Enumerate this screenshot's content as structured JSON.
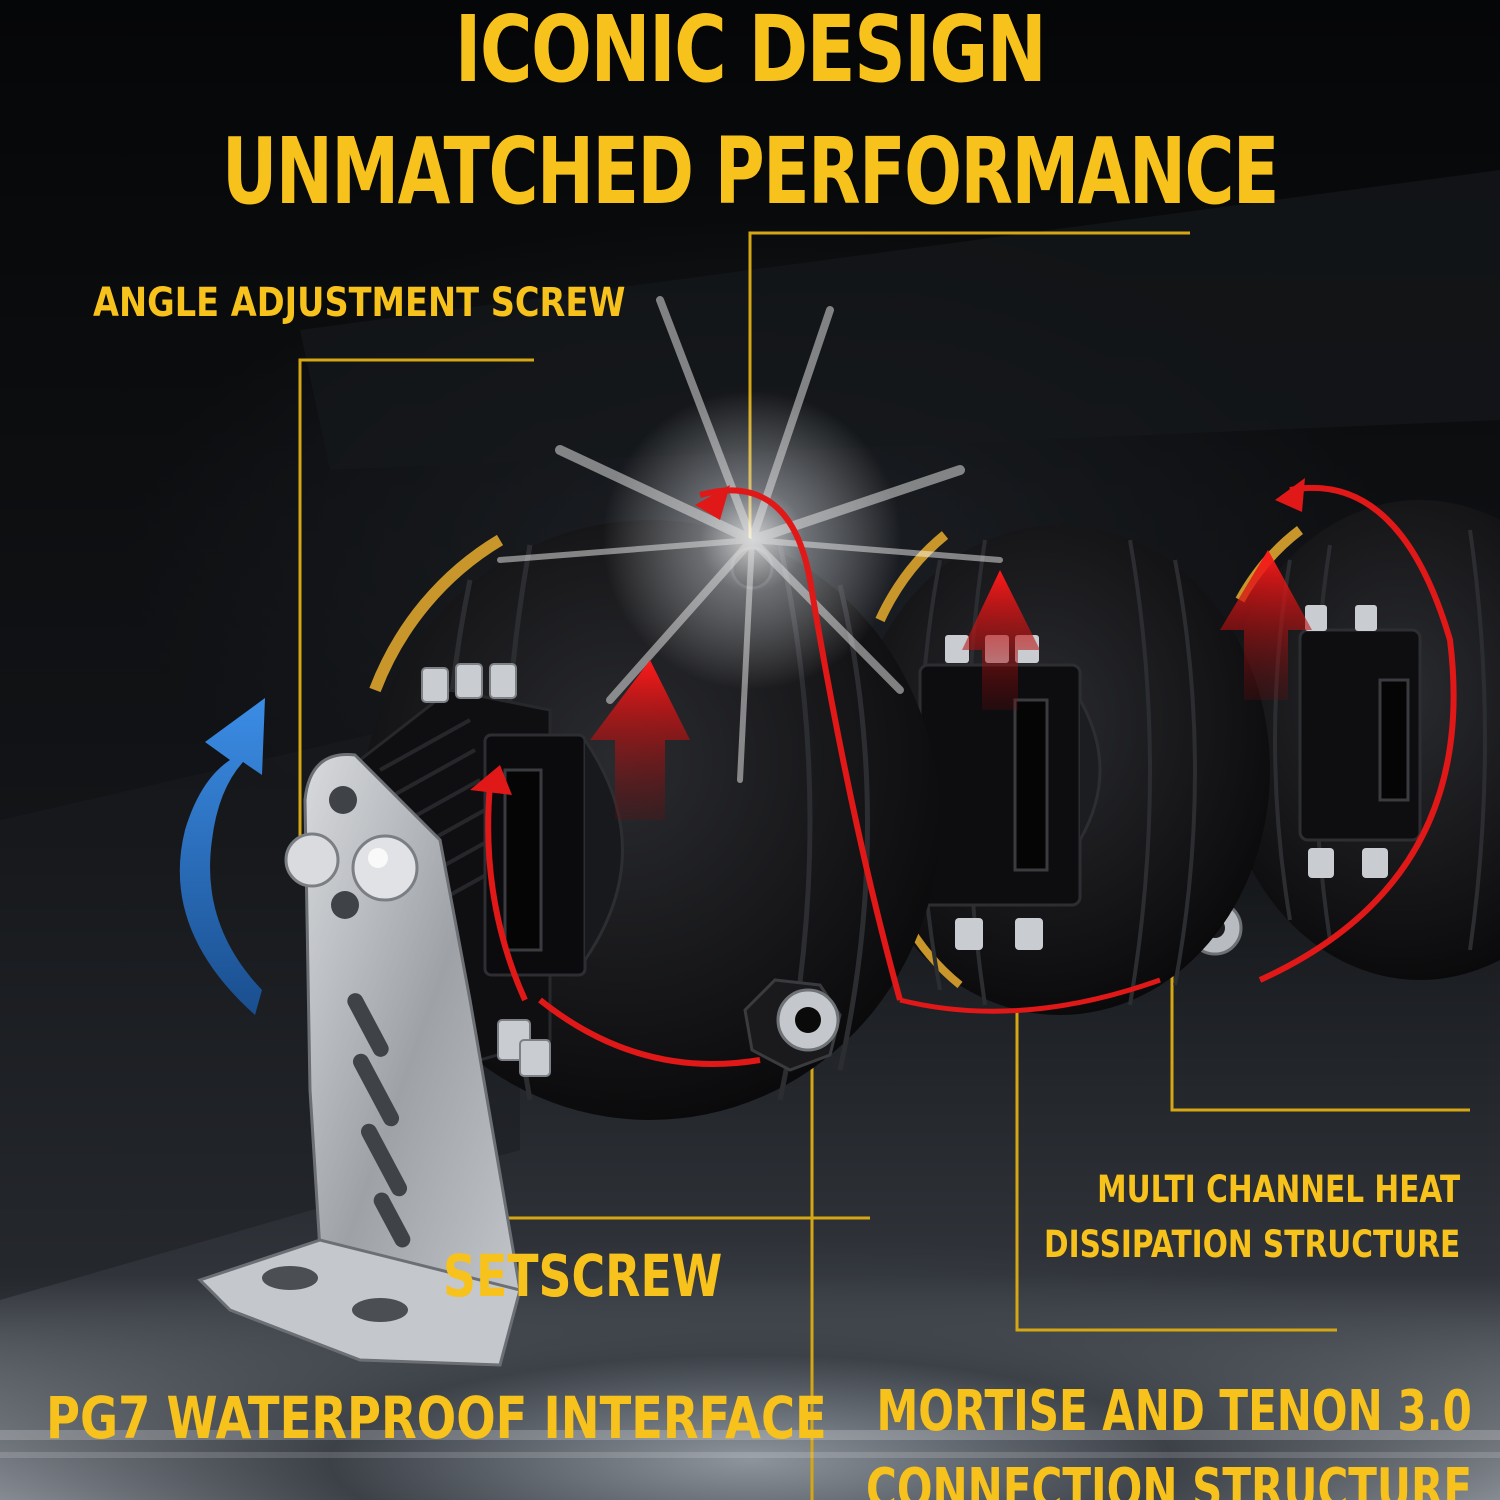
{
  "headline": {
    "line1": "ICONIC DESIGN",
    "line2": "UNMATCHED PERFORMANCE"
  },
  "callouts": {
    "angle_adjustment": "ANGLE ADJUSTMENT SCREW",
    "setscrew": "SETSCREW",
    "pg7": "PG7 WATERPROOF INTERFACE",
    "heat_line1": "MULTI CHANNEL HEAT",
    "heat_line2": "DISSIPATION STRUCTURE",
    "mortise_line1": "MORTISE AND TENON 3.0",
    "mortise_line2": "CONNECTION STRUCTURE"
  },
  "colors": {
    "accent_yellow": "#f8c21c",
    "arrow_red": "#e01818",
    "arrow_blue": "#2f7fd6",
    "housing_black": "#121214",
    "bracket_steel": "#b9bcc0"
  },
  "icons": {
    "rotate_arrow": "curved-arrow-up-icon",
    "airflow_arrow": "airflow-arrow-icon"
  }
}
